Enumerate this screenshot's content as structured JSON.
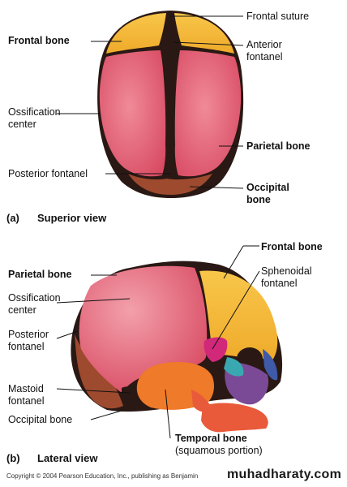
{
  "superior": {
    "frontal_suture": "Frontal suture",
    "frontal_bone": "Frontal bone",
    "anterior_fontanel": [
      "Anterior",
      "fontanel"
    ],
    "ossification_center": [
      "Ossification",
      "center"
    ],
    "parietal_bone": "Parietal bone",
    "posterior_fontanel": "Posterior fontanel",
    "occipital_bone": [
      "Occipital",
      "bone"
    ],
    "panel_letter": "(a)",
    "panel_title": "Superior view"
  },
  "lateral": {
    "frontal_bone": "Frontal bone",
    "parietal_bone": "Parietal bone",
    "sphenoidal_fontanel": [
      "Sphenoidal",
      "fontanel"
    ],
    "ossification_center": [
      "Ossification",
      "center"
    ],
    "posterior_fontanel": [
      "Posterior",
      "fontanel"
    ],
    "mastoid_fontanel": [
      "Mastoid",
      "fontanel"
    ],
    "occipital_bone": "Occipital bone",
    "temporal_bone": "Temporal bone",
    "temporal_sub": "(squamous portion)",
    "panel_letter": "(b)",
    "panel_title": "Lateral view"
  },
  "footer": {
    "copyright": "Copyright © 2004 Pearson Education, Inc., publishing as Benjamin",
    "watermark": "muhadharaty.com"
  },
  "colors": {
    "frontal": "#f5b935",
    "parietal": "#e4596e",
    "occipital": "#9e4a2e",
    "temporal": "#ee7a2a",
    "sphenoid": "#d2287a",
    "fontanel": "#2a1814"
  }
}
